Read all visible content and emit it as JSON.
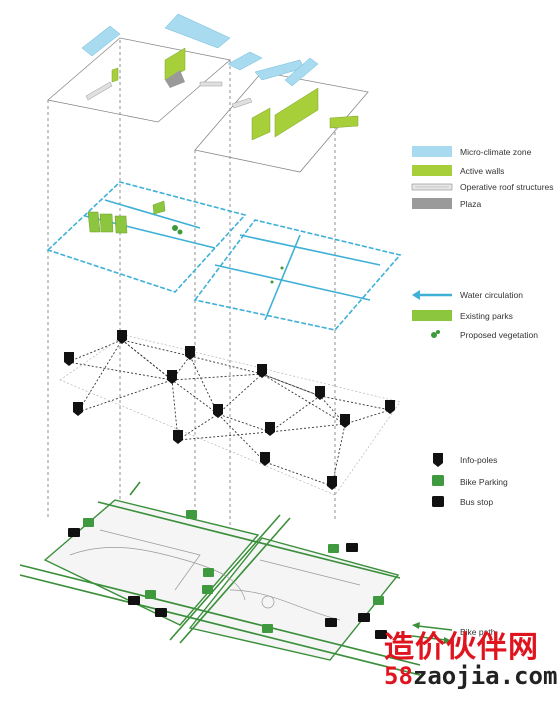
{
  "legend": {
    "micro_climate_zone": "Micro-climate zone",
    "active_walls": "Active walls",
    "operative_roof_structures": "Operative roof structures",
    "plaza": "Plaza",
    "water_circulation": "Water circulation",
    "existing_parks": "Existing parks",
    "proposed_vegetation": "Proposed vegetation",
    "info_poles": "Info-poles",
    "bike_parking": "Bike Parking",
    "bus_stop": "Bus stop",
    "bike_path": "Bike path"
  },
  "watermark": {
    "chinese": "造价伙伴网",
    "url_number": "58",
    "url_text": "zaojia.com"
  },
  "colors": {
    "micro_climate": "#a8daf0",
    "active_wall": "#a6cf3a",
    "roof": "#d9d9d9",
    "plaza": "#9a9a9a",
    "water": "#3fb0d6",
    "park": "#8cc63f",
    "vegetation": "#3c9a3a",
    "bike": "#3f9a3f",
    "bike_path": "#3a8f3a",
    "watermark_red": "#e0141e",
    "line": "#555555"
  }
}
